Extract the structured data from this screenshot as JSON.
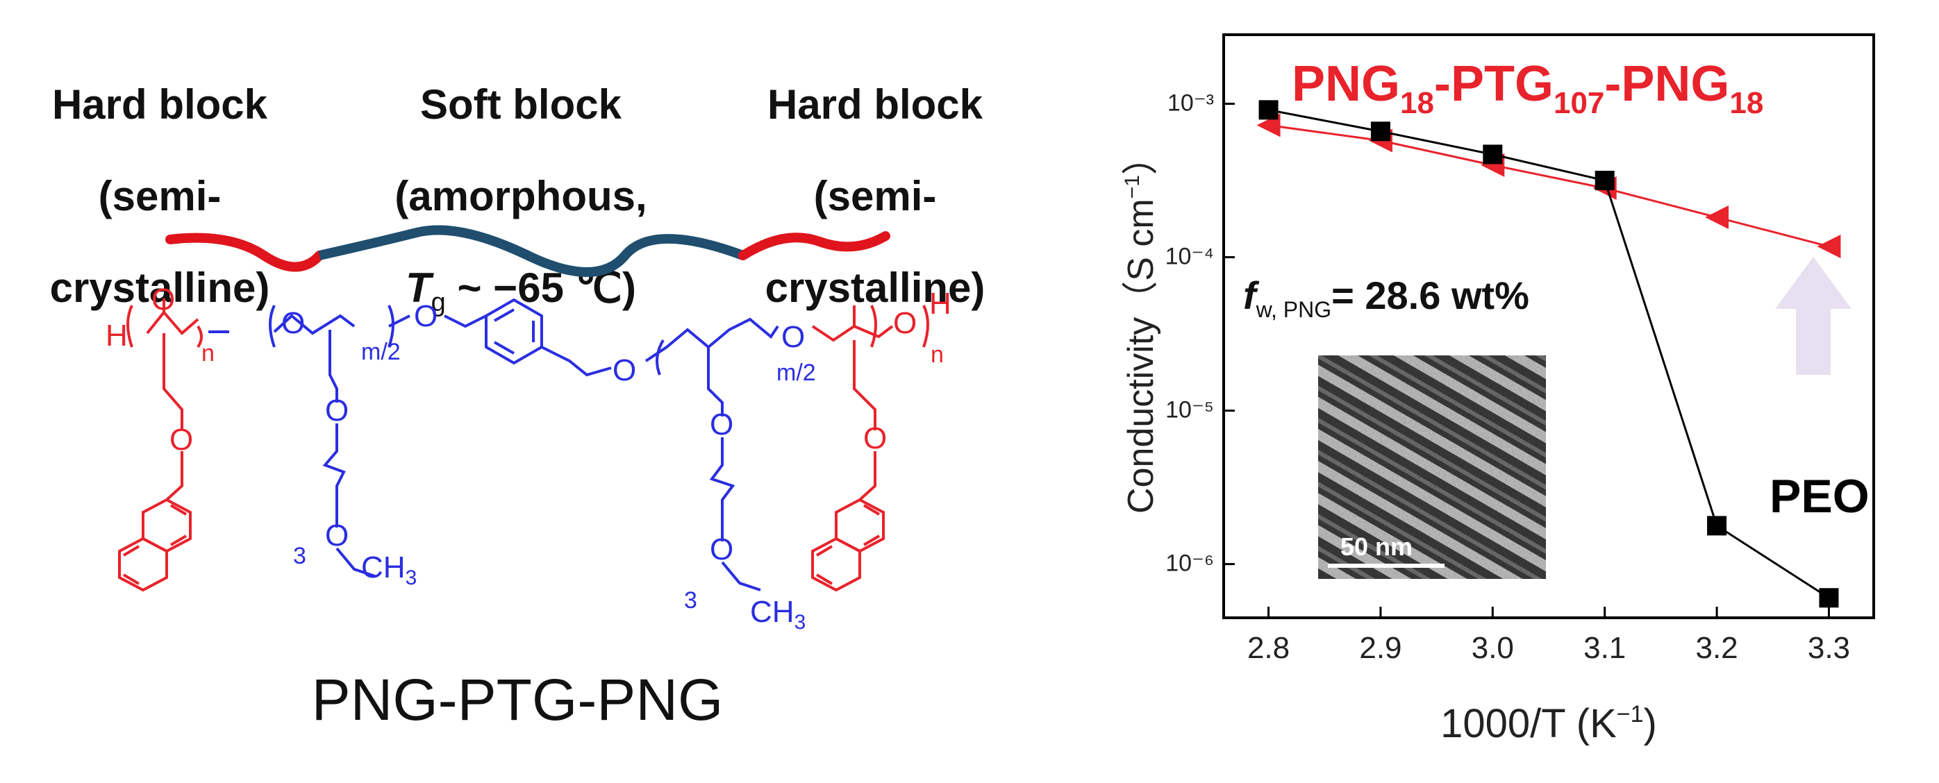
{
  "structure": {
    "blocks": [
      {
        "label_line1": "Hard block",
        "label_line2": "(semi-",
        "label_line3": "crystalline)"
      },
      {
        "label_line1": "Soft block",
        "label_line2": "(amorphous,",
        "label_line3_sym": "T",
        "label_line3_sub": "g",
        "label_line3_rest": " ~ −65 ℃)"
      },
      {
        "label_line1": "Hard block",
        "label_line2": "(semi-",
        "label_line3": "crystalline)"
      }
    ],
    "chain_colors": {
      "hard": "#e0141c",
      "soft": "#1f4e6e"
    },
    "formula_texts": {
      "h_left": "H",
      "n_left": "n",
      "m2_left": "m/2",
      "m2_right": "m/2",
      "h_right": "H",
      "n_right": "n",
      "three_left": "3",
      "ch3_left": "CH",
      "three_sub": "3",
      "three_right": "3",
      "ch3_right": "CH"
    },
    "colors": {
      "png": "#e8232b",
      "ptg": "#2a2ee0",
      "linker": "#2a2ee0"
    },
    "title": "PNG-PTG-PNG"
  },
  "chart_data": {
    "type": "line",
    "title_parts": [
      "PNG",
      "18",
      "-PTG",
      "107",
      "-PNG",
      "18"
    ],
    "xlabel": "1000/T (K",
    "xlabel_sup": "−1",
    "xlabel_close": ")",
    "ylabel": "Conductivity（S cm",
    "ylabel_sup": "−1",
    "ylabel_close": "）",
    "x_ticks": [
      "2.8",
      "2.9",
      "3.0",
      "3.1",
      "3.2",
      "3.3"
    ],
    "y_ticks": [
      "10⁻³",
      "10⁻⁴",
      "10⁻⁵",
      "10⁻⁶"
    ],
    "yscale": "log",
    "xlim": [
      2.76,
      3.34
    ],
    "ylim_exp": [
      -6.35,
      -2.55
    ],
    "series": [
      {
        "name": "PNG18-PTG107-PNG18",
        "color": "#e8232b",
        "marker": "triangle-left",
        "x": [
          2.8,
          2.9,
          3.0,
          3.1,
          3.2,
          3.3
        ],
        "y_exp": [
          -3.14,
          -3.24,
          -3.4,
          -3.55,
          -3.74,
          -3.93
        ]
      },
      {
        "name": "PEO",
        "color": "#000000",
        "marker": "square",
        "x": [
          2.8,
          2.9,
          3.0,
          3.1,
          3.2,
          3.3
        ],
        "y_exp": [
          -3.04,
          -3.18,
          -3.33,
          -3.5,
          -5.75,
          -6.22
        ]
      }
    ],
    "annotations": {
      "fraction_sym": "f",
      "fraction_sub": "w, PNG",
      "fraction_value": "= 28.6 wt%",
      "peo_label": "PEO",
      "scalebar_label": "50 nm",
      "arrow_color": "#e6e0f0"
    }
  }
}
